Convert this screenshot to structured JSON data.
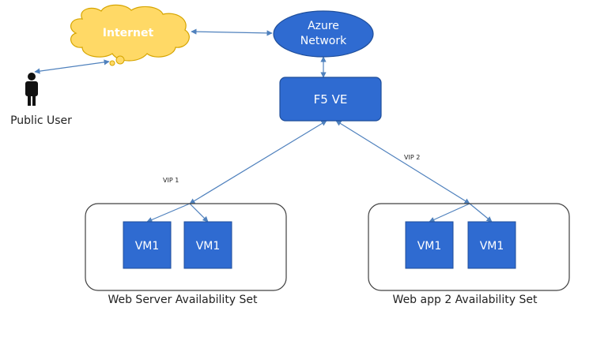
{
  "nodes": {
    "internet": "Internet",
    "azure_line1": "Azure",
    "azure_line2": "Network",
    "f5": "F5 VE",
    "public_user": "Public User",
    "vip1": "VIP 1",
    "vip2": "VIP 2"
  },
  "availability_sets": [
    {
      "label": "Web Server Availability Set",
      "vms": [
        "VM1",
        "VM1"
      ]
    },
    {
      "label": "Web app 2 Availability Set",
      "vms": [
        "VM1",
        "VM1"
      ]
    }
  ],
  "colors": {
    "cloud_fill": "#FFD966",
    "cloud_stroke": "#D6A500",
    "cloud_text": "#FFFFFF",
    "node_fill": "#2F6BD1",
    "node_stroke": "#1F4E9A",
    "node_text": "#FFFFFF",
    "arrow": "#4F81BD",
    "frame": "#404040",
    "text": "#222222"
  }
}
